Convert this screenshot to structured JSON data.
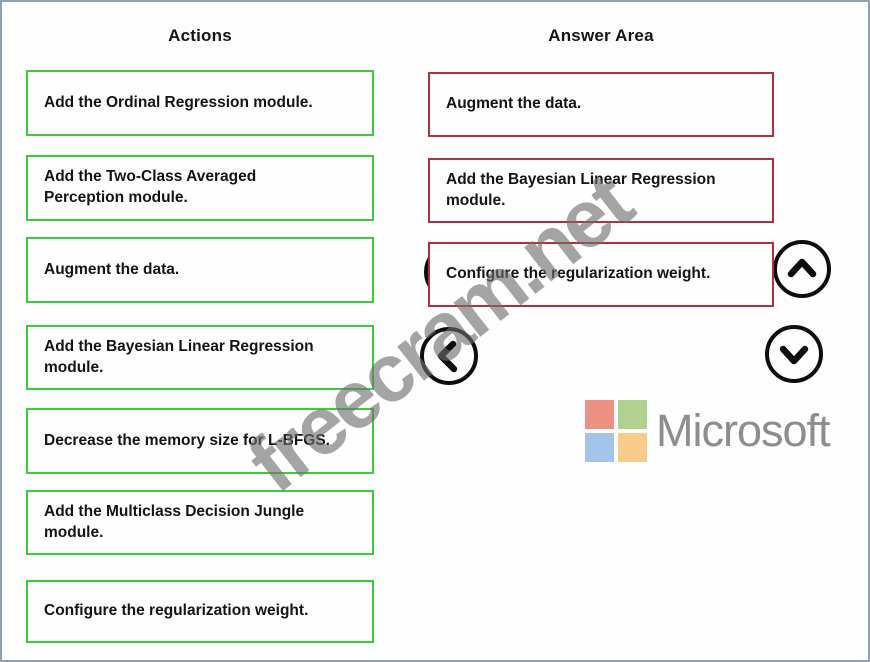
{
  "actions_column": {
    "header": "Actions",
    "items": [
      {
        "label": "Add the Ordinal Regression module."
      },
      {
        "label": "Add the Two-Class Averaged Perception module."
      },
      {
        "label": "Augment the data."
      },
      {
        "label": "Add the Bayesian Linear Regression module."
      },
      {
        "label": "Decrease the memory size for L-BFGS."
      },
      {
        "label": "Add the Multiclass Decision Jungle module."
      },
      {
        "label": "Configure the regularization weight."
      }
    ]
  },
  "answer_column": {
    "header": "Answer Area",
    "items": [
      {
        "label": "Augment the data."
      },
      {
        "label": "Add the Bayesian Linear Regression module."
      },
      {
        "label": "Configure the regularization weight."
      }
    ]
  },
  "controls": {
    "up_icon": "chevron-up",
    "down_icon": "chevron-down",
    "left_icon": "chevron-left"
  },
  "watermark": {
    "text": "freecram.net"
  },
  "brand": {
    "wordmark": "Microsoft",
    "square_colors": {
      "top_left": "#ea9184",
      "top_right": "#b1d28f",
      "bottom_left": "#a2c5e9",
      "bottom_right": "#f8ca8c"
    },
    "wordmark_color": "#8d8d8d"
  },
  "colors": {
    "action_box_border": "#3ccb3c",
    "answer_box_border": "#b03040",
    "frame_border": "#8ba1b7",
    "watermark_gray": "#6e6e6e"
  }
}
